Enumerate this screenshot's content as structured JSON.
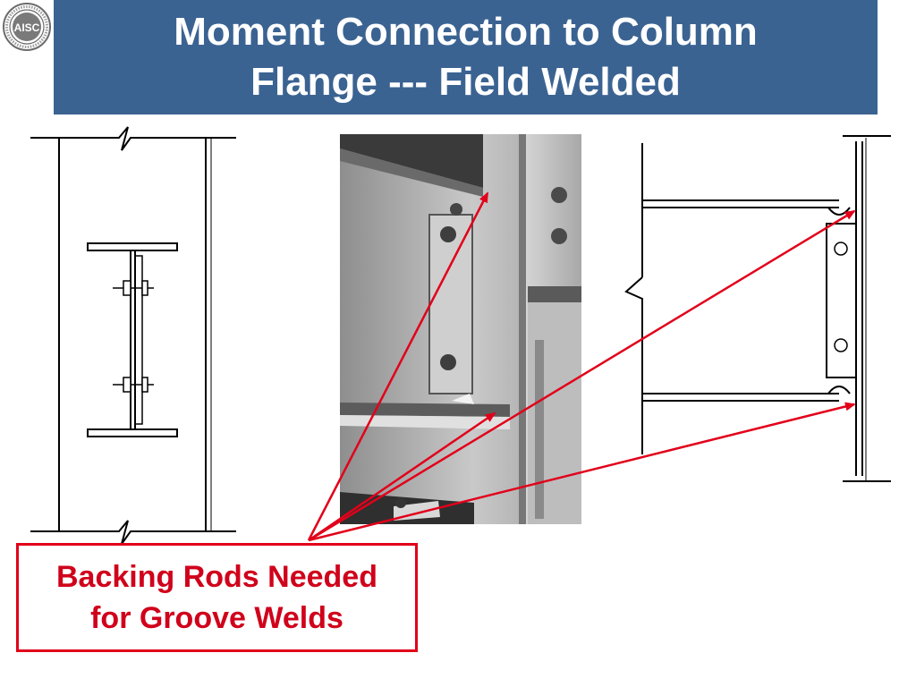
{
  "slide": {
    "title_lines": [
      "Moment Connection to Column",
      "Flange --- Field Welded"
    ],
    "callout_lines": [
      "Backing Rods Needed",
      "for Groove Welds"
    ],
    "logo_text": "AISC",
    "colors": {
      "title_bar": "#3b6392",
      "title_text": "#ffffff",
      "callout_border": "#e2001a",
      "callout_text": "#d0021b",
      "arrow": "#e2001a",
      "drawing_ink": "#000000"
    },
    "icons": [
      "aisc-logo-seal",
      "arrow-icon"
    ]
  }
}
